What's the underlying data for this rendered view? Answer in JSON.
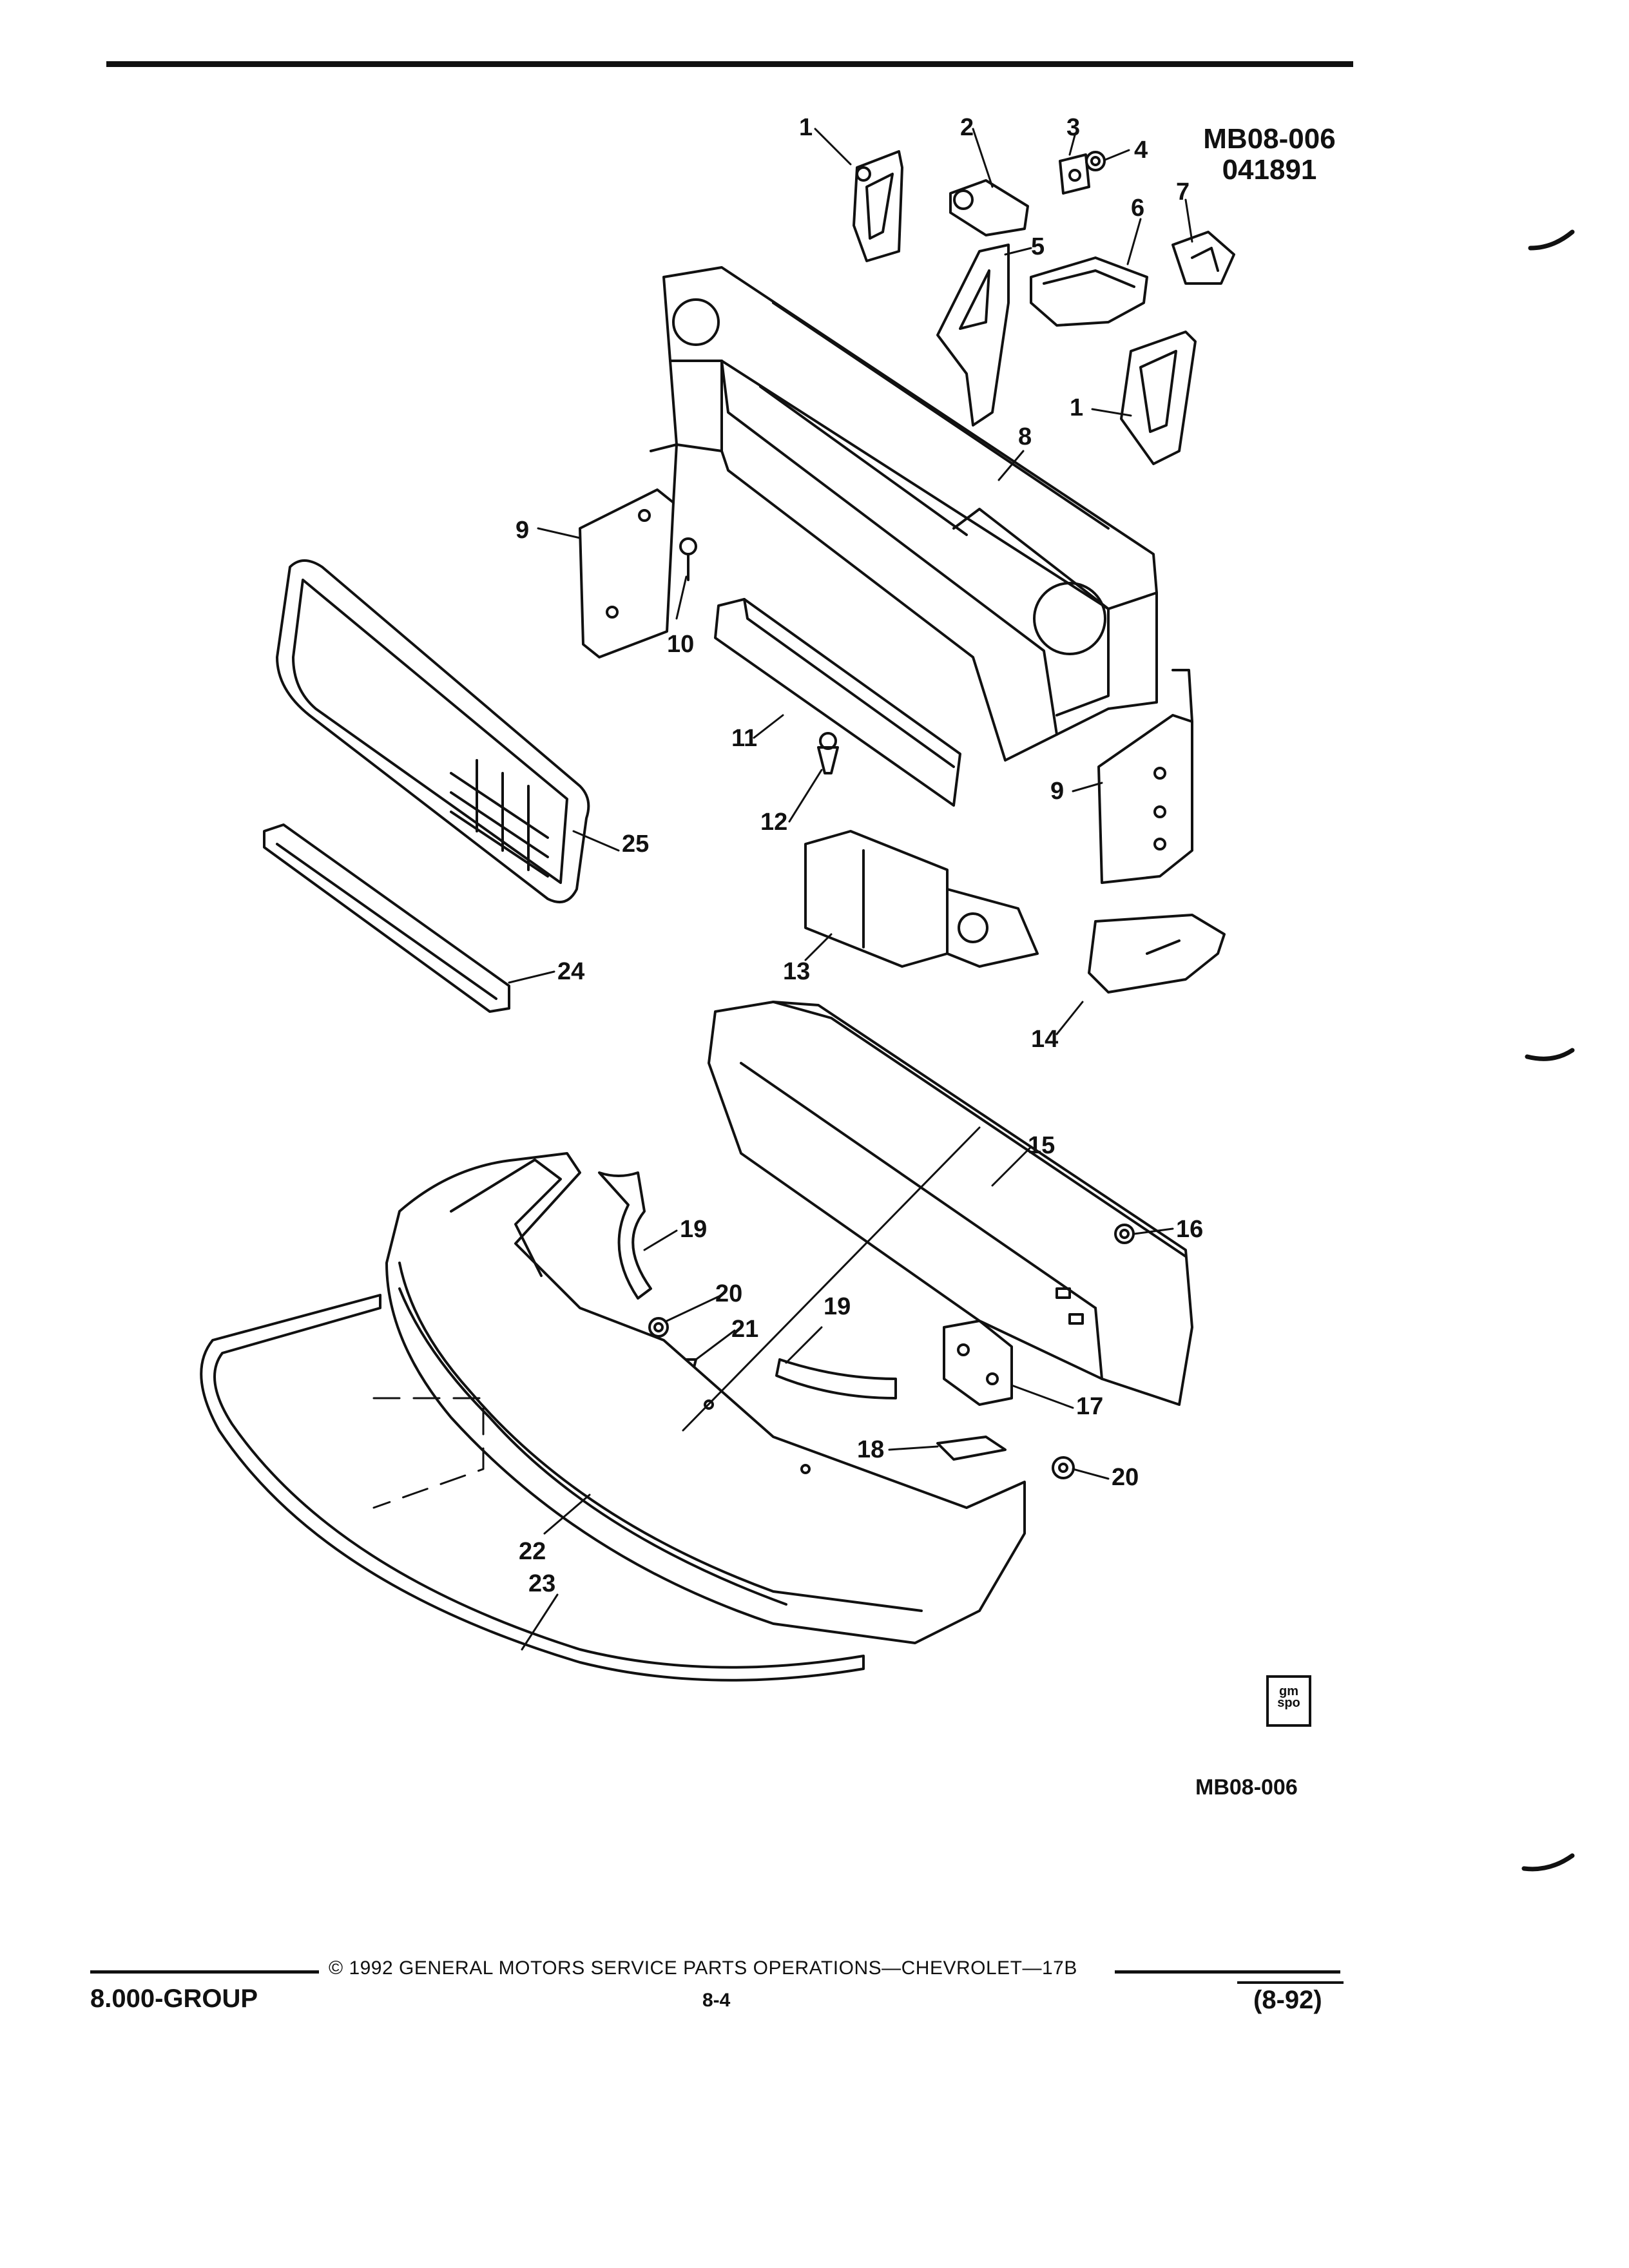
{
  "header": {
    "diagram_code": "MB08-006",
    "diagram_date": "041891"
  },
  "callouts": [
    "1",
    "2",
    "3",
    "4",
    "5",
    "6",
    "7",
    "1",
    "8",
    "9",
    "10",
    "11",
    "12",
    "9",
    "25",
    "24",
    "13",
    "14",
    "15",
    "16",
    "19",
    "20",
    "21",
    "19",
    "17",
    "18",
    "20",
    "22",
    "23"
  ],
  "footer": {
    "figure_id": "MB08-006",
    "logo_text": "gm spo",
    "copyright": "© 1992 GENERAL MOTORS SERVICE PARTS OPERATIONS—CHEVROLET—17B",
    "group": "8.000-GROUP",
    "page": "8-4",
    "revision": "(8-92)"
  }
}
